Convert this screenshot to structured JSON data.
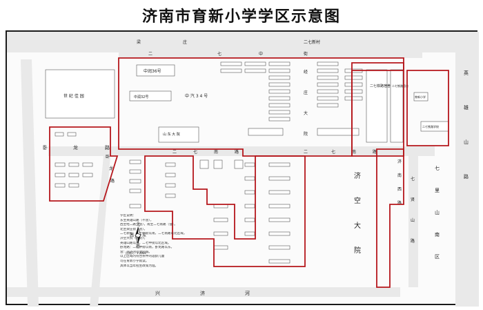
{
  "title": "济南市育新小学学区示意图",
  "streets": {
    "top_left": "梁",
    "top_mid": "庄",
    "top_right": "二七新村",
    "erqi_north": "二",
    "erqi_north2": "七",
    "erqi_north3": "中",
    "erqi_north4": "街",
    "yingxiong": [
      "英",
      "雄",
      "山",
      "路"
    ],
    "wolong": [
      "卧",
      "龙",
      "路"
    ],
    "wolong2": [
      "卧",
      "龙",
      "路"
    ],
    "erqi_south": [
      "二",
      "七",
      "南",
      "路"
    ],
    "erqi_south2": [
      "二",
      "七",
      "南",
      "路"
    ],
    "jingzhuang": [
      "经",
      "庄",
      "大",
      "院"
    ],
    "xingji": [
      "兴",
      "济",
      "河"
    ],
    "jikong": [
      "济",
      "空",
      "大",
      "院"
    ],
    "qixian": [
      "七",
      "贤",
      "山",
      "路"
    ],
    "qixian_area": [
      "七",
      "里",
      "山",
      "南",
      "区"
    ],
    "jinan_road": [
      "济",
      "南",
      "西",
      "路"
    ]
  },
  "blocks": {
    "zhongrui36": "中润36号",
    "zhongrui34": "中 汽 3 4 号",
    "zhongrui32": "中润32号",
    "shiji": "世 纪 佳 园",
    "shandong": "山 东 大 院",
    "erqi_xiaoqu": "二七铁路宿舍",
    "erqi_tielu": "二七铁路宿舍",
    "yuxin": "育新小学",
    "cemetery": "七里山南区",
    "erqi_school": "二七铁路学校",
    "erqi_tielu2": "二七铁路学校"
  },
  "compass": {
    "n": "北",
    "s": "南",
    "w": "西",
    "e": "东"
  },
  "scale": "比例尺：1:2000",
  "legend_lines": [
    "学区说明：",
    "东至英雄山路（不含），",
    "西至经二路（含），南至二七南路（含）。",
    "北至梁庄街（含）。",
    "二七新村：二七中街以南，二七南路以北区域。",
    "济空大院（部分）。",
    "英雄山路以西，二七中街以北区域。",
    "卧龙路：二七中街以南，卧龙路以东。",
    "含：兴济河以北区域。",
    "以上区域内符合条件的适龄儿童",
    "可在育新小学就读。",
    "具体以当年招生政策为准。"
  ]
}
